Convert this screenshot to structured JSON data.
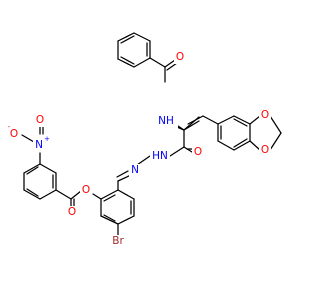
{
  "colors": {
    "carbon_bond": "#000000",
    "oxygen": "#ff0000",
    "nitrogen": "#0000ff",
    "bromine": "#a52a2a",
    "background": "#ffffff"
  },
  "atoms": {
    "amide_nh": "NH",
    "benzoyl_o": "O",
    "dioxole_o_top": "O",
    "dioxole_o_bottom": "O",
    "hydrazide_o": "O",
    "hydrazide_nh": "HN",
    "imine_n": "N",
    "nitro_o_minus": "O",
    "nitro_charge_minus": "-",
    "nitro_n_plus": "N",
    "nitro_charge_plus": "+",
    "nitro_o_bottom": "O",
    "ester_o": "O",
    "ester_carbonyl_o": "O",
    "bromine": "Br"
  }
}
